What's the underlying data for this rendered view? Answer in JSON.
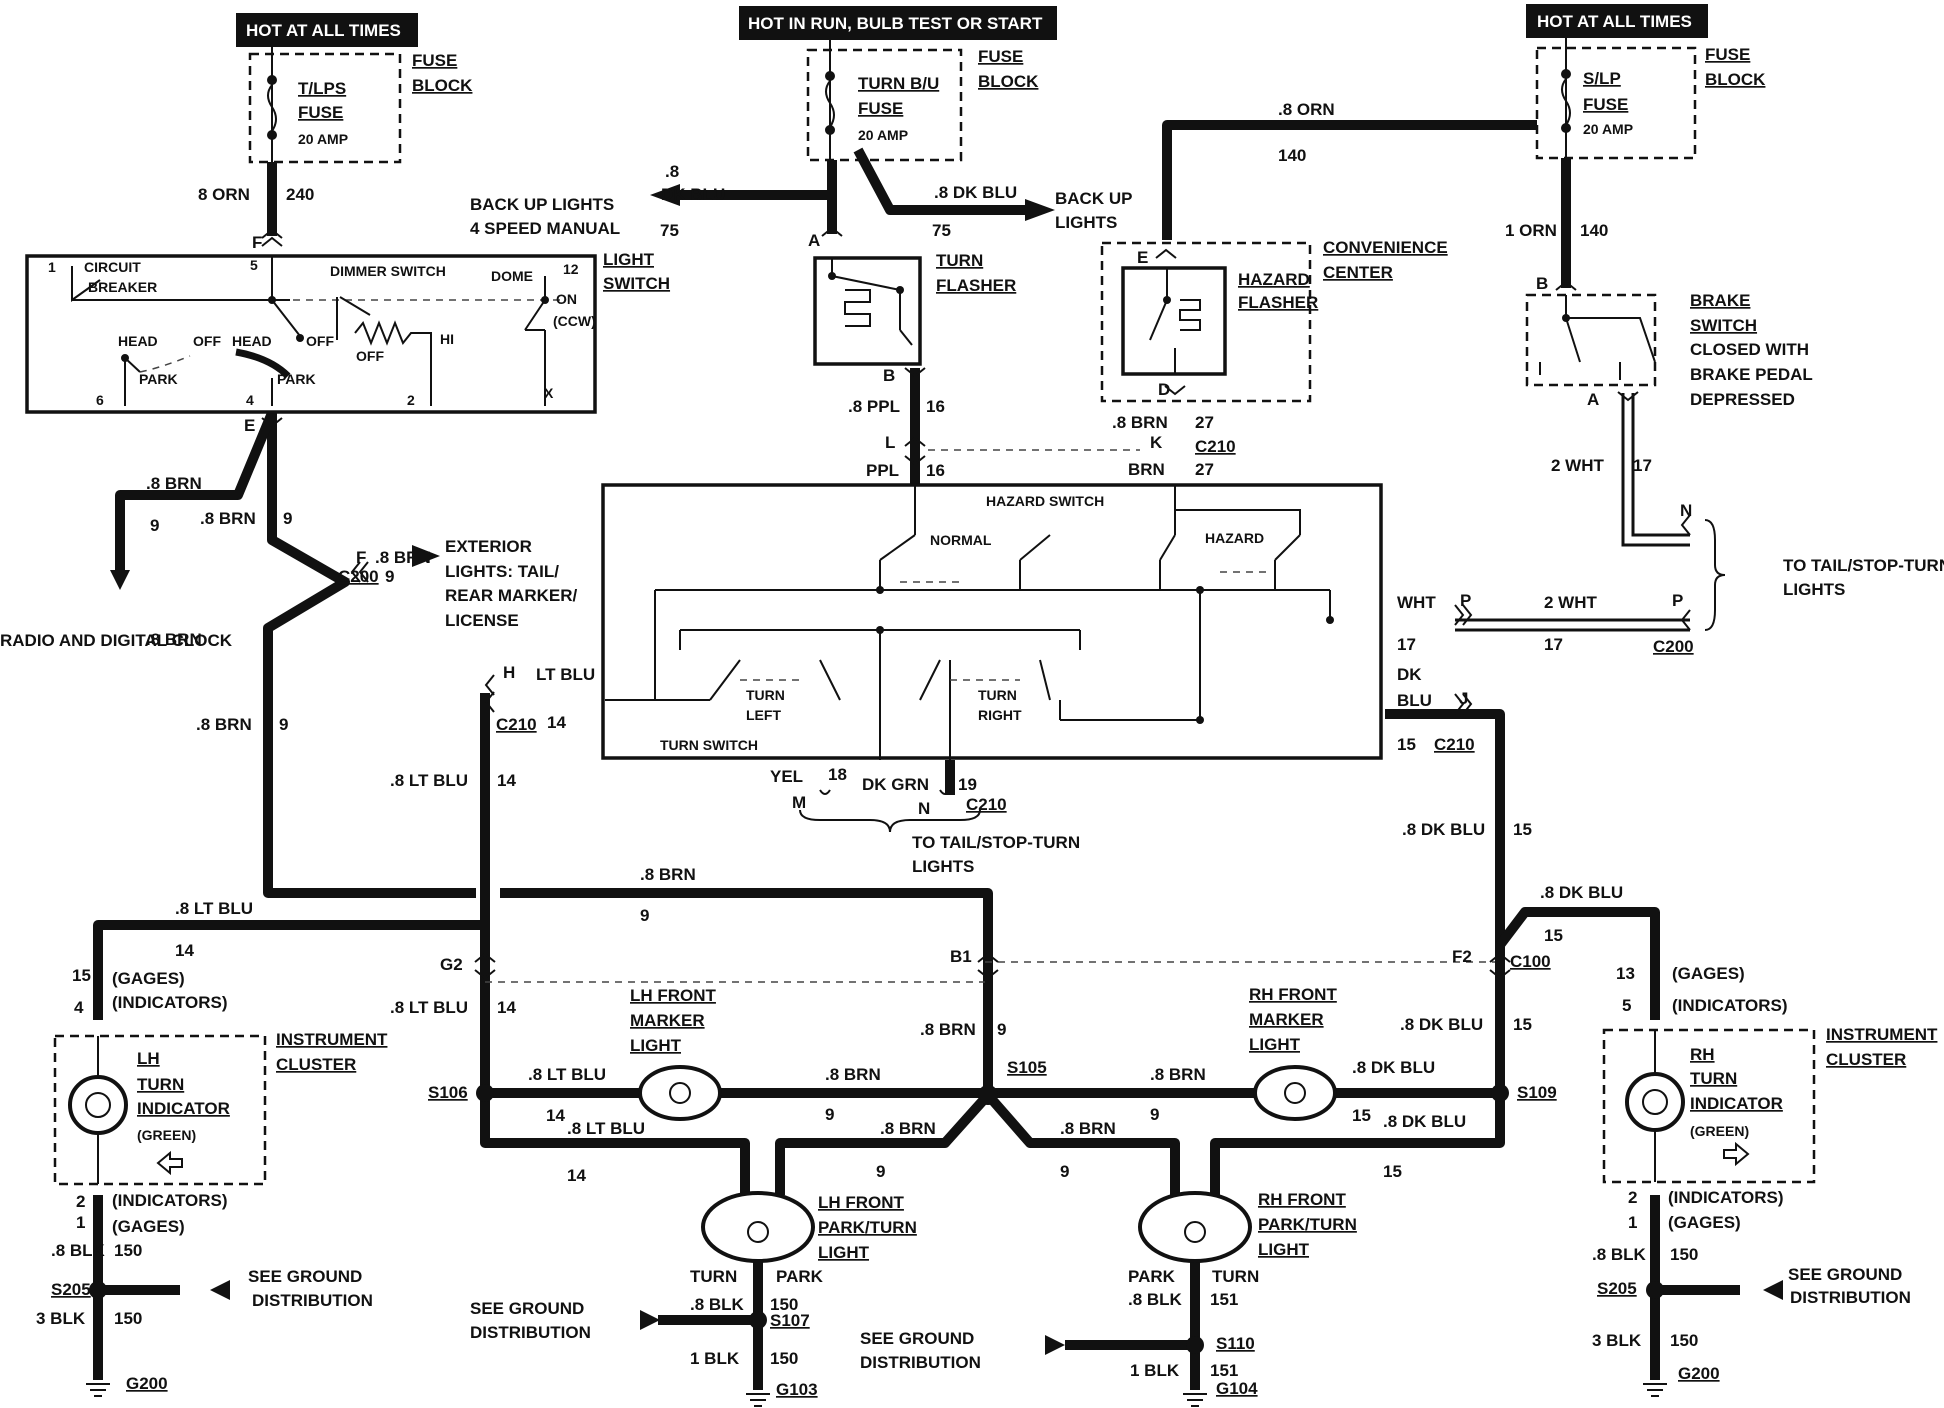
{
  "hot_labels": {
    "left": "HOT AT ALL TIMES",
    "center": "HOT IN RUN, BULB TEST OR START",
    "right": "HOT AT ALL TIMES"
  },
  "fuses": {
    "left": {
      "name1": "T/LPS",
      "name2": "FUSE",
      "amp": "20 AMP",
      "block1": "FUSE",
      "block2": "BLOCK"
    },
    "center": {
      "name1": "TURN B/U",
      "name2": "FUSE",
      "amp": "20 AMP",
      "block1": "FUSE",
      "block2": "BLOCK"
    },
    "right": {
      "name1": "S/LP",
      "name2": "FUSE",
      "amp": "20 AMP",
      "block1": "FUSE",
      "block2": "BLOCK"
    }
  },
  "wires": {
    "w240": {
      "gauge": "8 ORN",
      "num": "240"
    },
    "back_up_left": {
      "gauge1": ".8",
      "gauge2": "DK BLU",
      "num": "75",
      "dest1": "BACK UP LIGHTS",
      "dest2": "4 SPEED MANUAL"
    },
    "back_up_right": {
      "gauge": ".8 DK BLU",
      "num": "75",
      "dest1": "BACK UP",
      "dest2": "LIGHTS"
    },
    "w140_top": {
      "gauge": ".8 ORN",
      "num": "140"
    },
    "w140_right": {
      "gauge": "1 ORN",
      "num": "140"
    },
    "w16_a": {
      "gauge": ".8 PPL",
      "num": "16"
    },
    "w16_b": {
      "gauge": "PPL",
      "num": "16"
    },
    "w27_a": {
      "gauge": ".8 BRN",
      "num": "27"
    },
    "w27_b": {
      "gauge": "BRN",
      "num": "27"
    },
    "w17_a": {
      "gauge": "2 WHT",
      "num": "17"
    },
    "w17_b": {
      "gauge": "WHT",
      "num": "17"
    },
    "w17_c": {
      "gauge": "2 WHT",
      "num": "17"
    },
    "w9_radio": {
      "gauge": ".8 BRN",
      "num": "9"
    },
    "w9_mid": {
      "gauge": ".8 BRN",
      "num": "9"
    },
    "w9_ext": {
      "gauge": ".8 BRN",
      "num": "9"
    },
    "w9_down": {
      "gauge": ".8 BRN",
      "num": "9"
    },
    "w9_horiz": {
      "gauge": ".8 BRN",
      "num": "9"
    },
    "w9_b1": {
      "gauge": ".8 BRN",
      "num": "9"
    },
    "w14_h": {
      "gauge": "LT BLU",
      "num": "14"
    },
    "w14_down": {
      "gauge": ".8 LT BLU",
      "num": "14"
    },
    "w14_inst": {
      "gauge": ".8 LT BLU",
      "num": "14"
    },
    "w14_g2": {
      "gauge": ".8 LT BLU",
      "num": "14"
    },
    "w15_j": {
      "gauge1": "DK",
      "gauge2": "BLU",
      "num": "15"
    },
    "w15_down": {
      "gauge": ".8 DK BLU",
      "num": "15"
    },
    "w15_inst": {
      "gauge": ".8 DK BLU",
      "num": "15"
    },
    "w15_f2": {
      "gauge": ".8 DK BLU",
      "num": "15"
    },
    "w18": {
      "gauge": "YEL",
      "num": "18"
    },
    "w19": {
      "gauge": "DK GRN",
      "num": "19"
    },
    "s106_lb": {
      "gauge": ".8 LT BLU",
      "num": "14"
    },
    "s106_lb2": {
      "gauge": ".8 LT BLU",
      "num": "14"
    },
    "s105_l": {
      "gauge": ".8 BRN",
      "num": "9"
    },
    "s105_ld": {
      "gauge": ".8 BRN",
      "num": "9"
    },
    "s105_r": {
      "gauge": ".8 BRN",
      "num": "9"
    },
    "s105_rd": {
      "gauge": ".8 BRN",
      "num": "9"
    },
    "s109_db": {
      "gauge": ".8 DK BLU",
      "num": "15"
    },
    "s109_db2": {
      "gauge": ".8 DK BLU",
      "num": "15"
    },
    "gnd_l1": {
      "gauge": ".8 BLK",
      "num": "150"
    },
    "gnd_l2": {
      "gauge": "3 BLK",
      "num": "150"
    },
    "gnd_r1": {
      "gauge": ".8 BLK",
      "num": "150"
    },
    "gnd_r2": {
      "gauge": "3 BLK",
      "num": "150"
    },
    "gnd_lf1": {
      "gauge": ".8 BLK",
      "num": "150"
    },
    "gnd_lf2": {
      "gauge": "1 BLK",
      "num": "150"
    },
    "gnd_rf1": {
      "gauge": ".8 BLK",
      "num": "151"
    },
    "gnd_rf2": {
      "gauge": "1 BLK",
      "num": "151"
    }
  },
  "light_switch": {
    "title1": "LIGHT",
    "title2": "SWITCH",
    "circuit1": "CIRCUIT",
    "circuit2": "BREAKER",
    "dimmer": "DIMMER SWITCH",
    "dome": "DOME",
    "on": "ON",
    "ccw": "(CCW)",
    "head": "HEAD",
    "off": "OFF",
    "park": "PARK",
    "hi": "HI",
    "pin1": "1",
    "pin5": "5",
    "pin12": "12",
    "pin6": "6",
    "pin4": "4",
    "pin2": "2",
    "pinx": "X",
    "pinF": "F",
    "pinE": "E"
  },
  "turn_flasher": {
    "title1": "TURN",
    "title2": "FLASHER",
    "pinA": "A",
    "pinB": "B"
  },
  "hazard_flasher": {
    "title1": "HAZARD",
    "title2": "FLASHER",
    "pinE": "E",
    "pinD": "D",
    "cc1": "CONVENIENCE",
    "cc2": "CENTER"
  },
  "brake_switch": {
    "l1": "BRAKE",
    "l2": "SWITCH",
    "l3": "CLOSED WITH",
    "l4": "BRAKE PEDAL",
    "l5": "DEPRESSED",
    "pinB": "B",
    "pinA": "A"
  },
  "turn_switch": {
    "hazard": "HAZARD SWITCH",
    "normal": "NORMAL",
    "hazard_pos": "HAZARD",
    "turn_left1": "TURN",
    "turn_left2": "LEFT",
    "turn_right1": "TURN",
    "turn_right2": "RIGHT",
    "title": "TURN SWITCH"
  },
  "connectors": {
    "L": "L",
    "K": "K",
    "c210_k": "C210",
    "H": "H",
    "c210_h": "C210",
    "J": "J",
    "c210_j": "C210",
    "P": "P",
    "P2": "P",
    "N": "N",
    "c200_p": "C200",
    "F": "F",
    "c200_f": "C200",
    "M": "M",
    "N2": "N",
    "c210_mn": "C210",
    "G2": "G2",
    "B1": "B1",
    "F2": "F2",
    "c100": "C100"
  },
  "destinations": {
    "radio": "RADIO AND DIGITAL CLOCK",
    "exterior1": "EXTERIOR",
    "exterior2": "LIGHTS: TAIL/",
    "exterior3": "REAR MARKER/",
    "exterior4": "LICENSE",
    "tail_right1": "TO TAIL/STOP-TURN",
    "tail_right2": "LIGHTS",
    "tail_center1": "TO TAIL/STOP-TURN",
    "tail_center2": "LIGHTS"
  },
  "lh_cluster": {
    "lh": "LH",
    "turn": "TURN",
    "indicator": "INDICATOR",
    "green": "(GREEN)",
    "ic1": "INSTRUMENT",
    "ic2": "CLUSTER",
    "gages_num": "15",
    "gages": "(GAGES)",
    "ind_num": "4",
    "ind": "(INDICATORS)",
    "b_ind_num": "2",
    "b_ind": "(INDICATORS)",
    "b_gages_num": "1",
    "b_gages": "(GAGES)"
  },
  "rh_cluster": {
    "rh": "RH",
    "turn": "TURN",
    "indicator": "INDICATOR",
    "green": "(GREEN)",
    "ic1": "INSTRUMENT",
    "ic2": "CLUSTER",
    "gages_num": "13",
    "gages": "(GAGES)",
    "ind_num": "5",
    "ind": "(INDICATORS)",
    "b_ind_num": "2",
    "b_ind": "(INDICATORS)",
    "b_gages_num": "1",
    "b_gages": "(GAGES)"
  },
  "marker_lights": {
    "lh1": "LH FRONT",
    "lh2": "MARKER",
    "lh3": "LIGHT",
    "rh1": "RH FRONT",
    "rh2": "MARKER",
    "rh3": "LIGHT"
  },
  "park_turn": {
    "lh1": "LH FRONT",
    "lh2": "PARK/TURN",
    "lh3": "LIGHT",
    "lh_turn": "TURN",
    "lh_park": "PARK",
    "rh1": "RH FRONT",
    "rh2": "PARK/TURN",
    "rh3": "LIGHT",
    "rh_park": "PARK",
    "rh_turn": "TURN"
  },
  "splices": {
    "s106": "S106",
    "s105": "S105",
    "s109": "S109",
    "s205l": "S205",
    "s205r": "S205",
    "s107": "S107",
    "s110": "S110"
  },
  "grounds": {
    "g200l": "G200",
    "g200r": "G200",
    "g103": "G103",
    "g104": "G104",
    "see1": "SEE GROUND",
    "see2": "DISTRIBUTION"
  }
}
